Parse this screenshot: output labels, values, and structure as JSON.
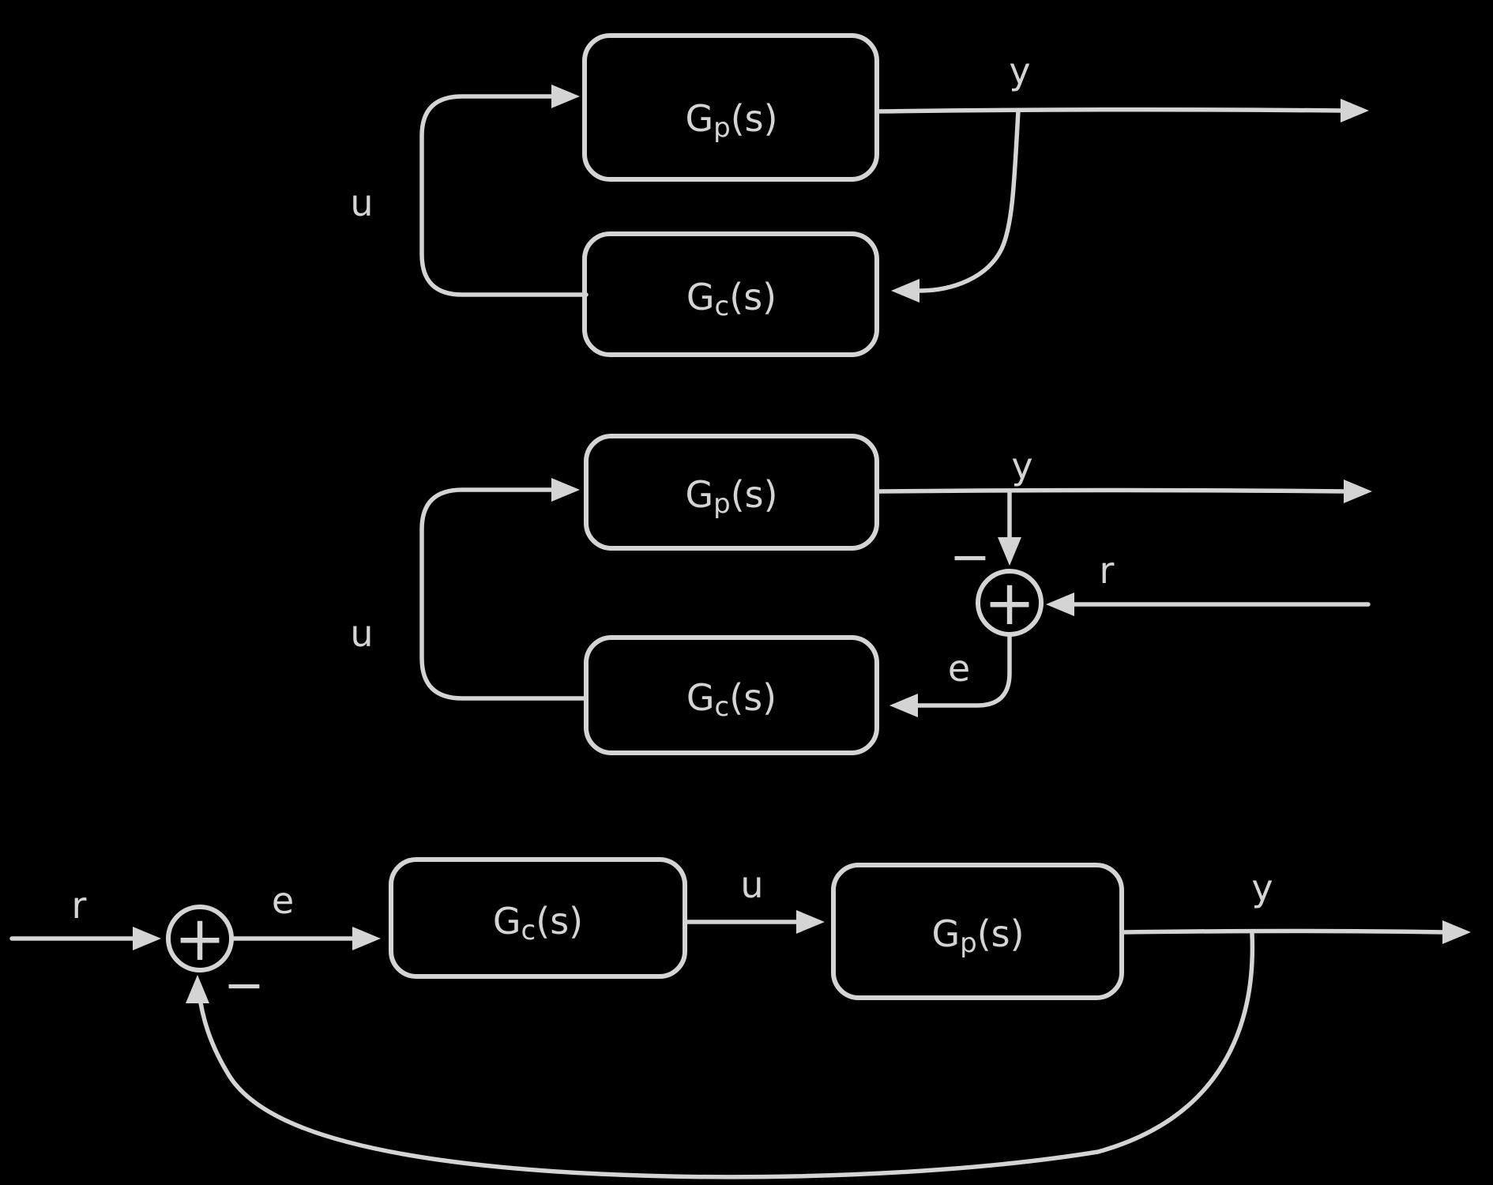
{
  "canvas": {
    "background": "#000000",
    "ink_color": "#d4d4d4"
  },
  "diagram1": {
    "name": "plant-controller-closed-pair",
    "plant_block": {
      "g": "G",
      "sub": "p",
      "arg": "(s)"
    },
    "controller_block": {
      "g": "G",
      "sub": "c",
      "arg": "(s)"
    },
    "signal_u": "u",
    "signal_y": "y"
  },
  "diagram2": {
    "name": "loop-with-reference-summing-junction",
    "plant_block": {
      "g": "G",
      "sub": "p",
      "arg": "(s)"
    },
    "controller_block": {
      "g": "G",
      "sub": "c",
      "arg": "(s)"
    },
    "signal_u": "u",
    "signal_y": "y",
    "signal_r": "r",
    "signal_e": "e",
    "sum_plus": "+",
    "sum_minus": "−"
  },
  "diagram3": {
    "name": "classic-unity-feedback-loop",
    "controller_block": {
      "g": "G",
      "sub": "c",
      "arg": "(s)"
    },
    "plant_block": {
      "g": "G",
      "sub": "p",
      "arg": "(s)"
    },
    "signal_r": "r",
    "signal_e": "e",
    "signal_u": "u",
    "signal_y": "y",
    "sum_plus": "+",
    "sum_minus": "−"
  }
}
